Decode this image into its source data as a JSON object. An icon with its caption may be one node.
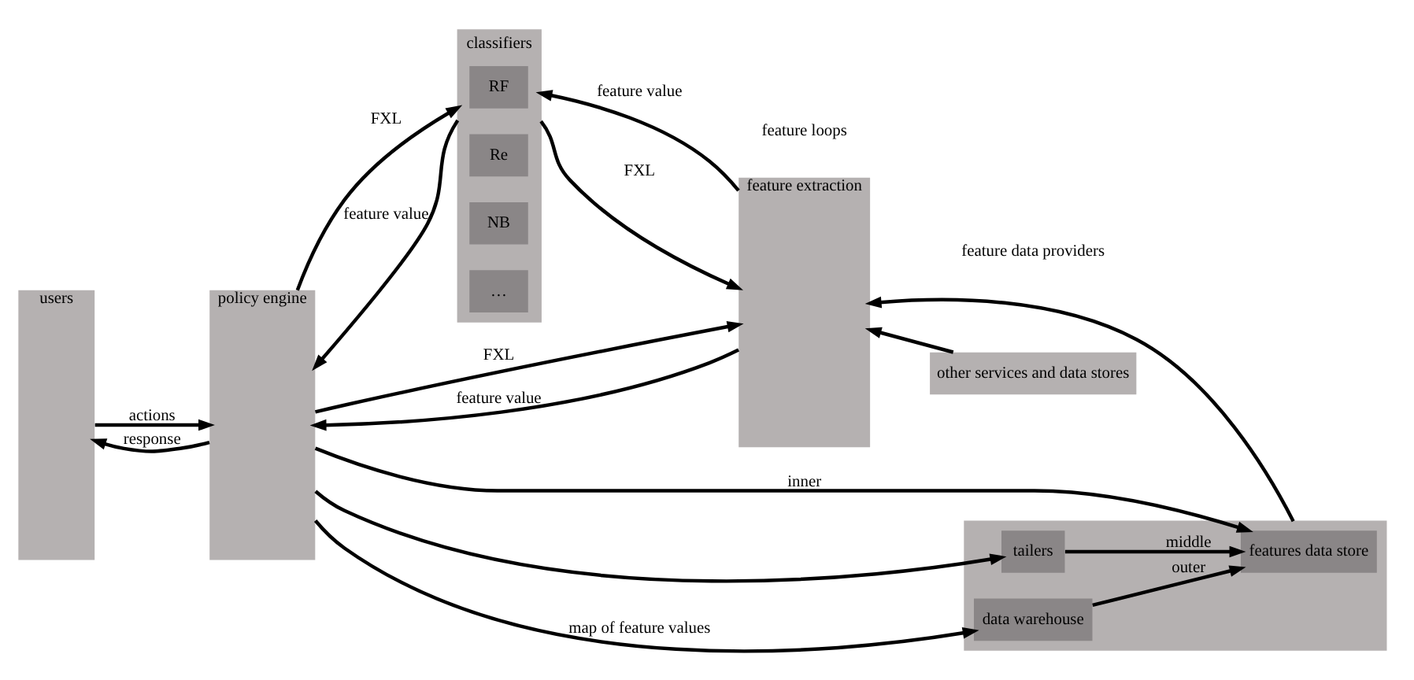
{
  "diagram": {
    "nodes": [
      {
        "text": [
          "users"
        ]
      },
      {
        "text": [
          "policy engine"
        ]
      },
      {
        "text": [
          "classifiers"
        ]
      },
      {
        "text": [
          "RF"
        ],
        "in": 2
      },
      {
        "text": [
          "Re"
        ],
        "in": 2
      },
      {
        "text": [
          "NB"
        ],
        "in": 2
      },
      {
        "text": [
          "…"
        ],
        "in": 2
      },
      {
        "text": [
          "feature extraction"
        ]
      },
      {
        "text": [
          "other services and data stores"
        ]
      },
      {
        "text": [],
        "shape": "box"
      },
      {
        "text": [
          "features data store"
        ],
        "in": 9
      },
      {
        "text": [
          "tailers"
        ],
        "in": 9
      },
      {
        "text": [
          "data warehouse"
        ],
        "in": 9
      }
    ],
    "edges": [
      {
        "from": 0,
        "to": 1,
        "arrow": "to",
        "label": "actions"
      },
      {
        "from": 1,
        "to": 2,
        "arrow": "to",
        "label": "FXL"
      },
      {
        "from": 2,
        "to": 1,
        "arrow": "to",
        "label": "feature value"
      },
      {
        "from": 2,
        "to": 7,
        "arrow": "to",
        "label": "FXL"
      },
      {
        "from": 7,
        "to": 2,
        "arrow": "to",
        "label": "feature value"
      },
      {
        "from": 1,
        "to": 7,
        "arrow": "to",
        "label": "FXL"
      },
      {
        "from": 7,
        "to": 1,
        "arrow": "to",
        "label": "feature value"
      },
      {
        "from": 1,
        "to": 0,
        "arrow": "to",
        "label": "response"
      },
      {
        "from": 8,
        "to": 7,
        "arrow": "to"
      },
      {
        "from": 9,
        "to": 7,
        "arrow": "to"
      },
      {
        "from": 1,
        "to": 12,
        "arrow": "to",
        "label": "map of feature values"
      },
      {
        "from": 1,
        "to": 10,
        "arrow": "to",
        "label": "inner"
      },
      {
        "from": 1,
        "to": 11,
        "arrow": "to"
      },
      {
        "from": 11,
        "to": 10,
        "arrow": "to",
        "label": "middle"
      },
      {
        "from": 12,
        "to": 10,
        "arrow": "to",
        "label": "outer"
      }
    ],
    "labels": [
      "feature data providers",
      "feature loops"
    ]
  }
}
